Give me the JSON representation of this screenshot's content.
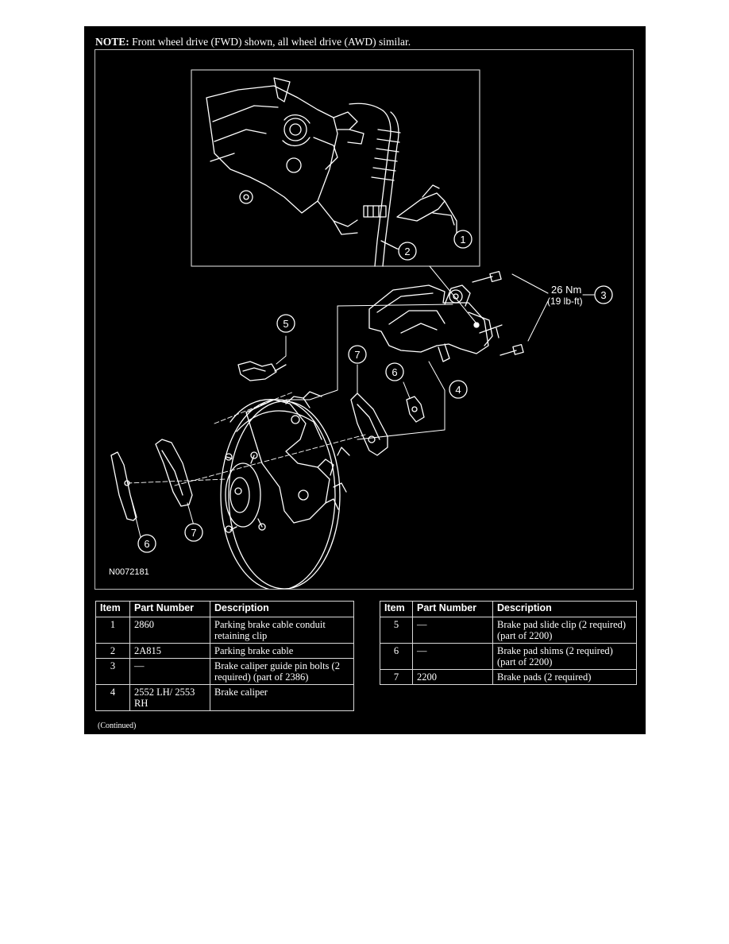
{
  "note": {
    "label": "NOTE:",
    "text": " Front wheel drive (FWD) shown, all wheel drive (AWD) similar."
  },
  "figure": {
    "code": "N0072181",
    "torque_value": "26 Nm",
    "torque_alt": "(19 lb-ft)",
    "callouts": [
      "1",
      "2",
      "3",
      "4",
      "5",
      "6",
      "7",
      "6",
      "7"
    ]
  },
  "table_headers": {
    "item": "Item",
    "part_number": "Part Number",
    "description": "Description"
  },
  "parts_left": [
    {
      "item": "1",
      "part": "2860",
      "desc": "Parking brake cable conduit retaining clip"
    },
    {
      "item": "2",
      "part": "2A815",
      "desc": "Parking brake cable"
    },
    {
      "item": "3",
      "part": "—",
      "desc": "Brake caliper guide pin bolts (2 required) (part of 2386)"
    },
    {
      "item": "4",
      "part": "2552 LH/ 2553 RH",
      "desc": "Brake caliper"
    }
  ],
  "parts_right": [
    {
      "item": "5",
      "part": "—",
      "desc": "Brake pad slide clip (2 required) (part of 2200)"
    },
    {
      "item": "6",
      "part": "—",
      "desc": "Brake pad shims (2 required) (part of 2200)"
    },
    {
      "item": "7",
      "part": "2200",
      "desc": "Brake pads (2 required)"
    }
  ],
  "continued": "(Continued)"
}
